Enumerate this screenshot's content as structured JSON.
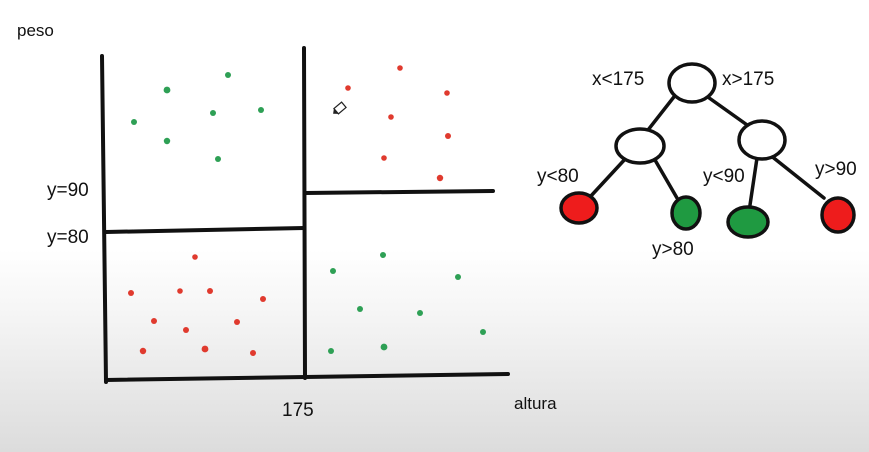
{
  "axis": {
    "y_label": "peso",
    "x_label": "altura",
    "x_split_tick": "175",
    "y_tick_90": "y=90",
    "y_tick_80": "y=80"
  },
  "tree": {
    "root_left_edge": "x<175",
    "root_right_edge": "x>175",
    "left_left_edge": "y<80",
    "left_right_edge": "y>80",
    "right_left_edge": "y<90",
    "right_right_edge": "y>90",
    "leaves": [
      {
        "name": "leaf-left-left",
        "color": "#ee1c1c"
      },
      {
        "name": "leaf-left-right",
        "color": "#1f9a41"
      },
      {
        "name": "leaf-right-left",
        "color": "#1f9a41"
      },
      {
        "name": "leaf-right-right",
        "color": "#ee1c1c"
      }
    ]
  },
  "colors": {
    "red": "#e03a2e",
    "green": "#2ea055",
    "line": "#111111"
  }
}
